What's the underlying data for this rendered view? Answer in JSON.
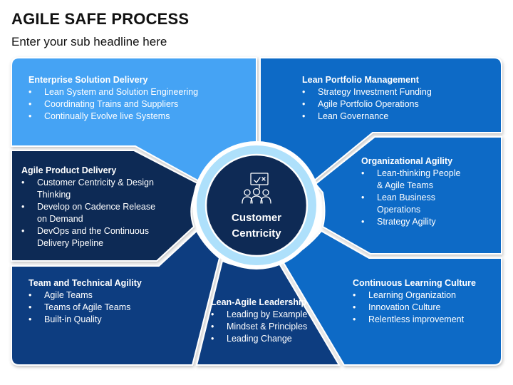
{
  "title": "AGILE SAFE PROCESS",
  "subtitle": "Enter your sub headline here",
  "colors": {
    "light_blue": "#44a3f4",
    "mid_blue": "#0d6bc6",
    "dark_blue": "#0c3d80",
    "navy": "#0e2a55",
    "circle_ring": "#aee0fb",
    "circle_fill": "#0e2a55"
  },
  "center": {
    "icon": "team-presentation-icon",
    "label_line1": "Customer",
    "label_line2": "Centricity"
  },
  "segments": {
    "enterprise": {
      "heading": "Enterprise Solution Delivery",
      "items": [
        "Lean System and Solution Engineering",
        "Coordinating Trains and Suppliers",
        "Continually Evolve live Systems"
      ]
    },
    "portfolio": {
      "heading": "Lean Portfolio Management",
      "items": [
        "Strategy Investment Funding",
        "Agile Portfolio Operations",
        "Lean Governance"
      ]
    },
    "organizational": {
      "heading": "Organizational Agility",
      "items": [
        "Lean-thinking People & Agile Teams",
        "Lean Business Operations",
        "Strategy Agility"
      ]
    },
    "product": {
      "heading": "Agile Product Delivery",
      "items": [
        "Customer Centricity & Design Thinking",
        "Develop on Cadence Release on Demand",
        "DevOps and the Continuous Delivery Pipeline"
      ]
    },
    "team": {
      "heading": "Team and Technical Agility",
      "items": [
        "Agile Teams",
        "Teams of Agile Teams",
        "Built-in Quality"
      ]
    },
    "leadership": {
      "heading": "Lean-Agile Leadership",
      "items": [
        "Leading by Example",
        "Mindset & Principles",
        "Leading Change"
      ]
    },
    "learning": {
      "heading": "Continuous Learning Culture",
      "items": [
        "Learning Organization",
        "Innovation Culture",
        "Relentless improvement"
      ]
    }
  }
}
